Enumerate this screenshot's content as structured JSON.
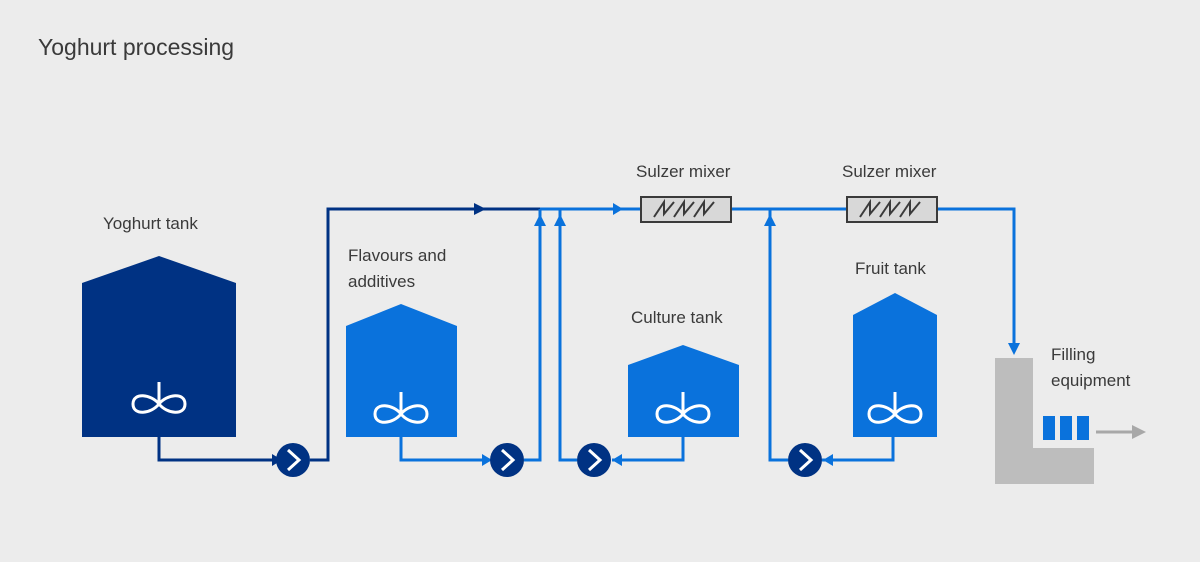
{
  "title": "Yoghurt processing",
  "labels": {
    "yoghurt_tank": "Yoghurt tank",
    "flavours_line1": "Flavours and",
    "flavours_line2": "additives",
    "culture_tank": "Culture tank",
    "fruit_tank": "Fruit tank",
    "sulzer_mixer_1": "Sulzer mixer",
    "sulzer_mixer_2": "Sulzer mixer",
    "filling_line1": "Filling",
    "filling_line2": "equipment"
  },
  "colors": {
    "background": "#ececec",
    "dark_blue": "#003283",
    "light_blue": "#0a72dc",
    "mixer_fill": "#d8d8d8",
    "filler_gray": "#bdbdbd",
    "text": "#3a3a3a"
  },
  "icons": [
    "agitator-icon",
    "pump-icon",
    "static-mixer-icon",
    "arrow-icon"
  ]
}
